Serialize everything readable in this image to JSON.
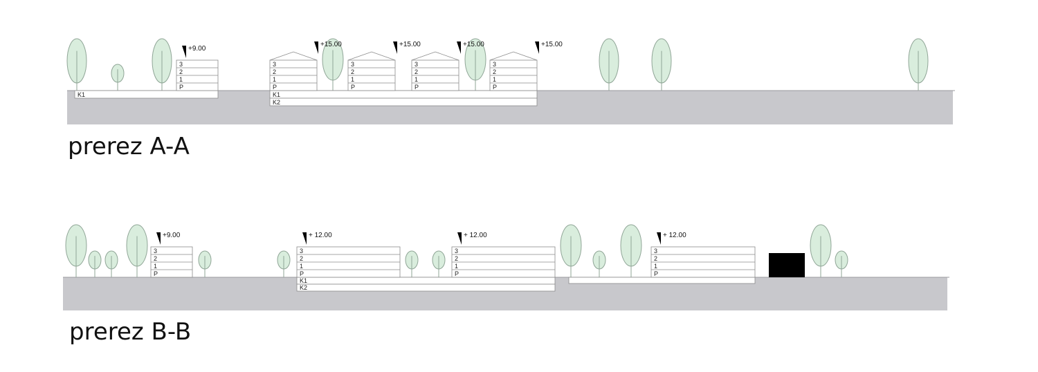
{
  "colors": {
    "ground": "#c8c8cc",
    "tree_fill": "#d9eddd",
    "tree_stroke": "#8fa596",
    "building_stroke": "#8a8a8a",
    "mark": "#000000",
    "block": "#000000"
  },
  "icons": {
    "elevation_marker": "elevation-marker-icon"
  },
  "sections": [
    {
      "title": "prerez A-A",
      "elevations": [
        "+9.00",
        "+15.00",
        "+15.00",
        "+15.00",
        "+15.00"
      ],
      "basement_labels": [
        "K1",
        "K1",
        "K2"
      ],
      "buildings": [
        {
          "floors": [
            "3",
            "2",
            "1",
            "P"
          ]
        },
        {
          "floors": [
            "3",
            "2",
            "1",
            "P"
          ]
        },
        {
          "floors": [
            "3",
            "2",
            "1",
            "P"
          ]
        },
        {
          "floors": [
            "3",
            "2",
            "1",
            "P"
          ]
        },
        {
          "floors": [
            "3",
            "2",
            "1",
            "P"
          ]
        }
      ]
    },
    {
      "title": "prerez B-B",
      "elevations": [
        "+9.00",
        "+ 12.00",
        "+ 12.00",
        "+ 12.00"
      ],
      "basement_labels": [
        "K1",
        "K2"
      ],
      "buildings": [
        {
          "floors": [
            "3",
            "2",
            "1",
            "P"
          ]
        },
        {
          "floors": [
            "3",
            "2",
            "1",
            "P"
          ]
        },
        {
          "floors": [
            "3",
            "2",
            "1",
            "P"
          ]
        },
        {
          "floors": [
            "3",
            "2",
            "1",
            "P"
          ]
        }
      ]
    }
  ]
}
